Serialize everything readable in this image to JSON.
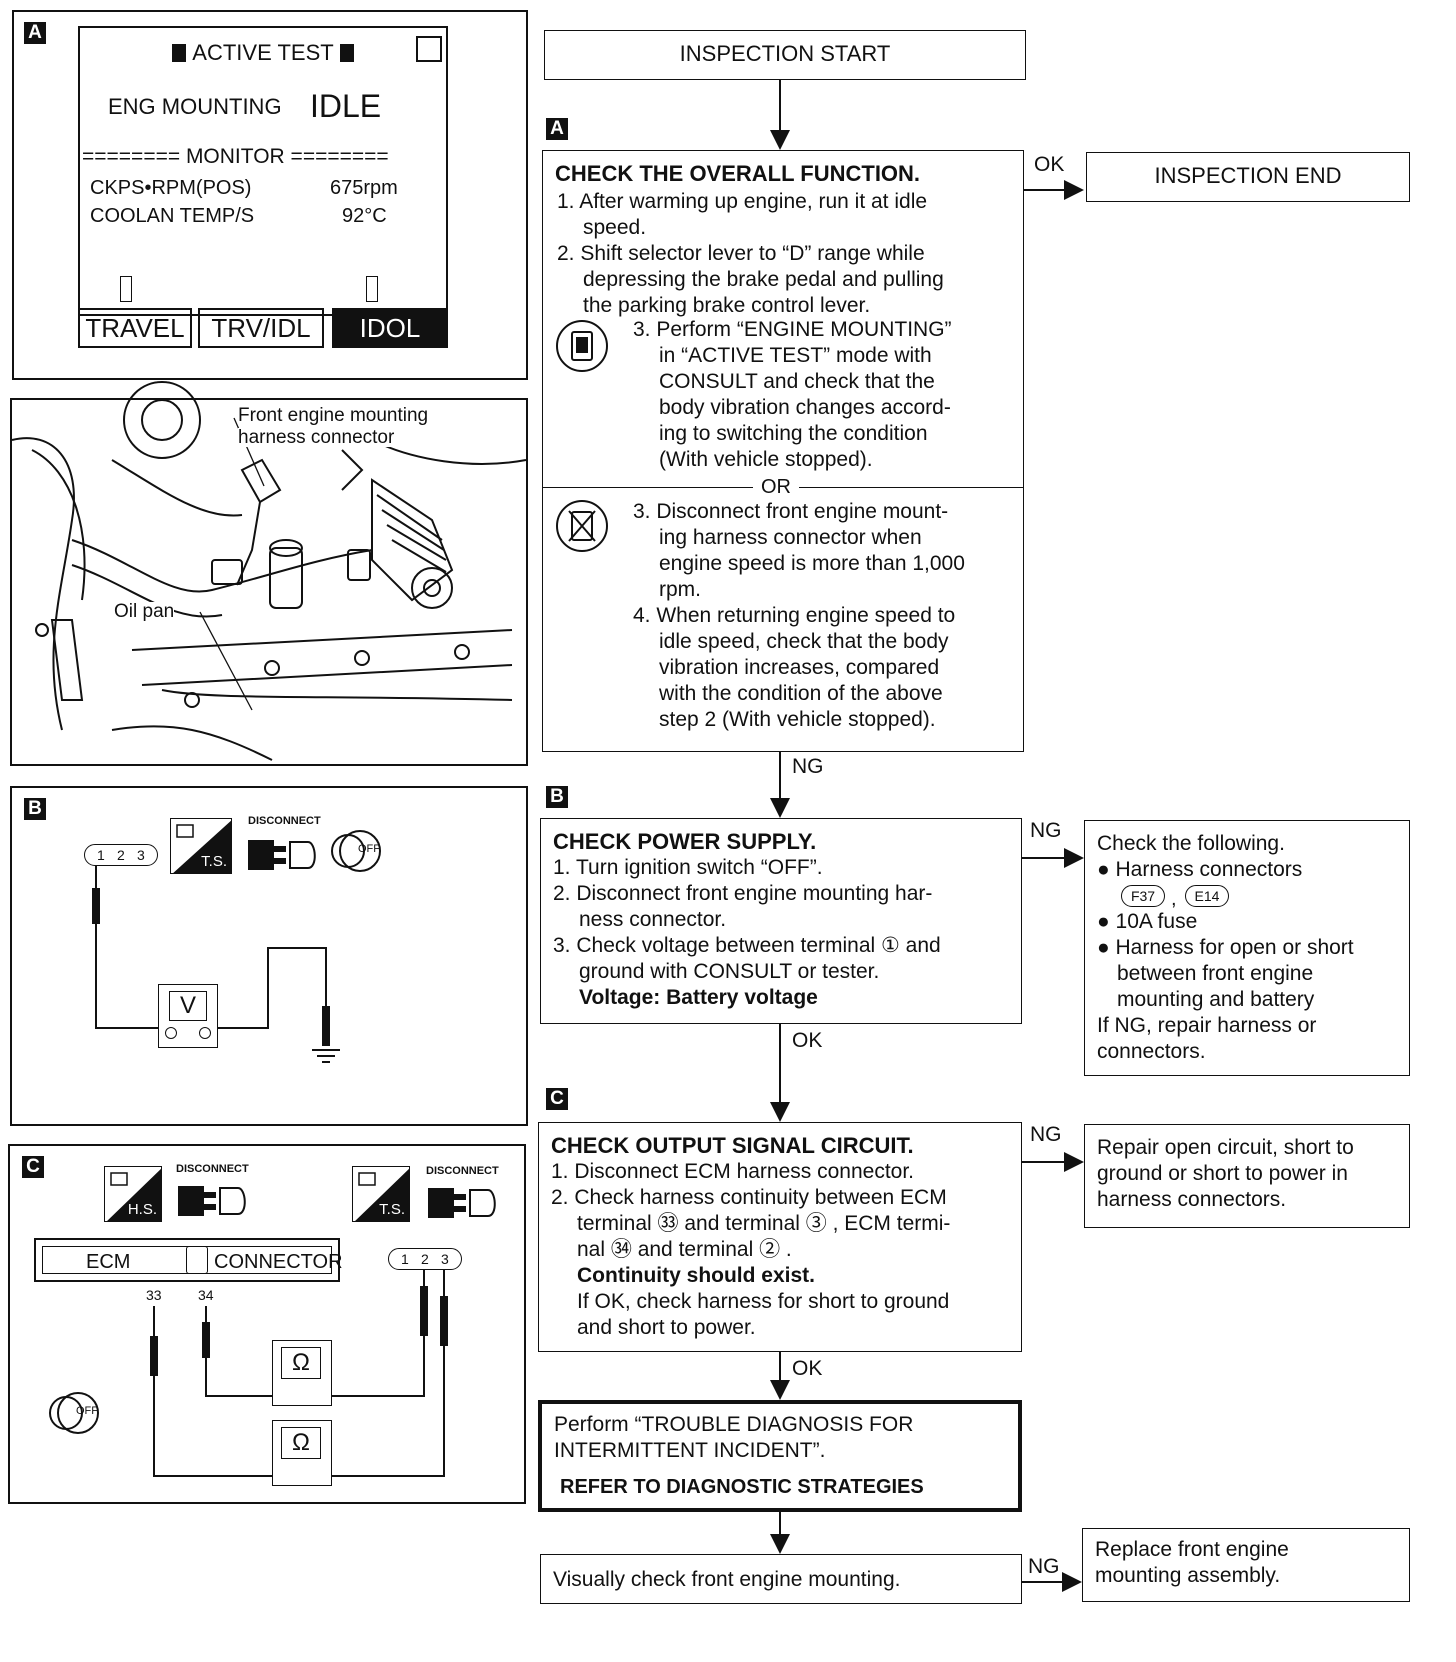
{
  "panel_a": {
    "tag": "A",
    "screen_title": "ACTIVE TEST",
    "test_item": "ENG MOUNTING",
    "test_value": "IDLE",
    "monitor_line": "======== MONITOR ========",
    "rows": [
      {
        "label": "CKPS•RPM(POS)",
        "value": "675rpm"
      },
      {
        "label": "COOLAN TEMP/S",
        "value": "92°C"
      }
    ],
    "buttons": [
      "TRAVEL",
      "TRV/IDL",
      "IDOL"
    ],
    "selected_button": "IDOL"
  },
  "photo": {
    "label_connector": [
      "Front engine mounting",
      "harness connector"
    ],
    "label_oil_pan": "Oil pan"
  },
  "panel_b": {
    "tag": "B",
    "connector_pins": [
      "1",
      "2",
      "3"
    ],
    "ts_label": "T.S.",
    "disconnect_label": "DISCONNECT",
    "meter_label": "V",
    "ignition_label": "OFF"
  },
  "panel_c": {
    "tag": "C",
    "hs_label": "H.S.",
    "ts_label": "T.S.",
    "disconnect_label_1": "DISCONNECT",
    "disconnect_label_2": "DISCONNECT",
    "ecm_label": "ECM",
    "connector_label": "CONNECTOR",
    "terminal_33": "33",
    "terminal_34": "34",
    "connector_pins": [
      "1",
      "2",
      "3"
    ],
    "meter_label": "Ω",
    "ignition_label": "OFF"
  },
  "flow": {
    "start": "INSPECTION START",
    "end": "INSPECTION END",
    "tag_a": "A",
    "tag_b": "B",
    "tag_c": "C",
    "ok": "OK",
    "ng": "NG",
    "or": "OR",
    "step_a": {
      "title": "CHECK THE OVERALL FUNCTION.",
      "lines": [
        "1. After warming up engine, run it at idle",
        "speed.",
        "2. Shift selector lever to “D” range while",
        "depressing the brake pedal and pulling",
        "the parking brake control lever."
      ],
      "consult_lines": [
        "3. Perform “ENGINE MOUNTING”",
        "in “ACTIVE TEST” mode with",
        "CONSULT and check that the",
        "body vibration changes accord-",
        "ing to switching the condition",
        "(With vehicle stopped)."
      ],
      "alt_lines": [
        "3. Disconnect front engine mount-",
        "ing harness connector when",
        "engine speed is more than 1,000",
        "rpm.",
        "4. When returning engine speed to",
        "idle speed, check that the body",
        "vibration increases, compared",
        "with the condition of the above",
        "step 2 (With vehicle stopped)."
      ]
    },
    "step_b": {
      "title": "CHECK POWER SUPPLY.",
      "lines": [
        "1. Turn ignition switch “OFF”.",
        "2. Disconnect front engine mounting har-",
        "ness connector.",
        "3. Check voltage between terminal ① and",
        "ground with CONSULT or tester."
      ],
      "spec": "Voltage: Battery voltage"
    },
    "check_b_ng": {
      "lines": [
        "Check the following.",
        "● Harness connectors",
        "F37 , E14",
        "● 10A fuse",
        "● Harness for open or short",
        "between front engine",
        "mounting and battery",
        "If NG, repair harness or",
        "connectors."
      ],
      "conn_1": "F37",
      "conn_2": "E14"
    },
    "step_c": {
      "title": "CHECK OUTPUT SIGNAL CIRCUIT.",
      "lines": [
        "1. Disconnect ECM harness connector.",
        "2. Check harness continuity between ECM",
        "terminal ㉝ and terminal ③ , ECM termi-",
        "nal ㉞ and terminal ② ."
      ],
      "spec": "Continuity should exist.",
      "after": [
        "If OK, check harness for short to ground",
        "and short to power."
      ]
    },
    "repair_c": [
      "Repair open circuit, short to",
      "ground or short to power in",
      "harness connectors."
    ],
    "trouble": {
      "lines": [
        "Perform “TROUBLE DIAGNOSIS FOR",
        "INTERMITTENT INCIDENT”."
      ],
      "refer": "REFER TO DIAGNOSTIC STRATEGIES"
    },
    "visual": "Visually check front engine mounting.",
    "replace": [
      "Replace front engine",
      "mounting assembly."
    ]
  }
}
